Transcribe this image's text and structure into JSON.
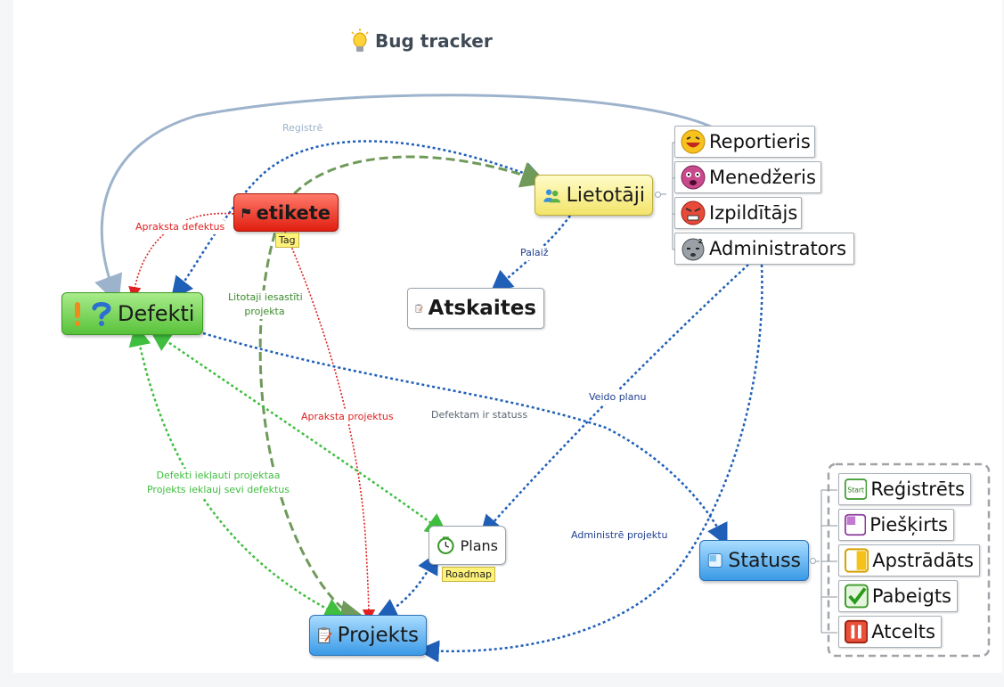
{
  "title": "Bug tracker",
  "nodes": {
    "defekti": "Defekti",
    "etikete": "etikete",
    "etikete_tag": "Tag",
    "lietotaji": "Lietotāji",
    "atskaites": "Atskaites",
    "plans": "Plans",
    "plans_tag": "Roadmap",
    "projekts": "Projekts",
    "statuss": "Statuss"
  },
  "users": [
    "Reportieris",
    "Menedžeris",
    "Izpildītājs",
    "Administrators"
  ],
  "statuses": [
    "Reģistrēts",
    "Piešķirts",
    "Apstrādāts",
    "Pabeigts",
    "Atcelts"
  ],
  "start_icon_text": "Start",
  "links": {
    "registre": "Registrē",
    "apraksta_defektus": "Apraksta defektus",
    "palaiz": "Palaiž",
    "litotaji_line1": "Litotaji iesastīti",
    "litotaji_line2": "projekta",
    "apraksta_projektus": "Apraksta projektus",
    "veido_planu": "Veido planu",
    "defektam_statuss": "Defektam ir statuss",
    "defekti_line1": "Defekti iekļauti projektaa",
    "defekti_line2": "Projekts ieklauj sevi defektus",
    "administre": "Administrē projektu"
  },
  "colors": {
    "dark_blue": "#1f5fb8",
    "red_link": "#e02020",
    "green_link": "#3fbe3f",
    "olive_link": "#6f9a5a",
    "gray_blue": "#9db3cc"
  }
}
